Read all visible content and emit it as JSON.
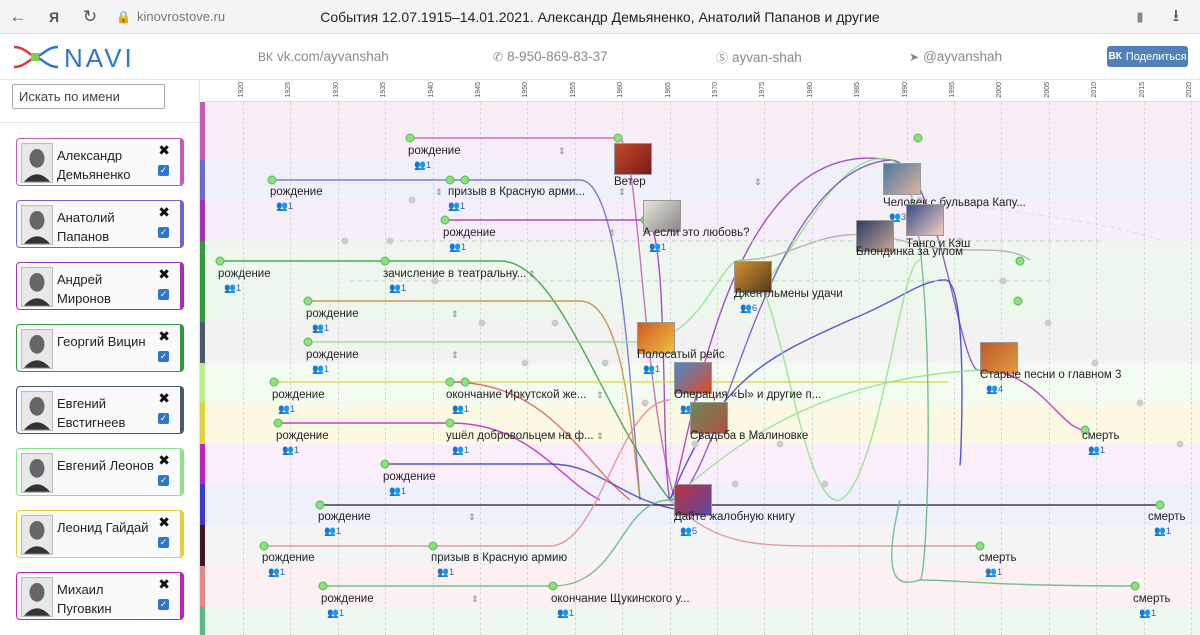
{
  "browser": {
    "title": "События 12.07.1915–14.01.2021. Александр Демьяненко, Анатолий Папанов и другие",
    "url": "kinovrostove.ru",
    "back_icon": "←",
    "yandex_icon": "Я",
    "reload_icon": "↻",
    "lock_icon": "🔒",
    "bookmark_icon": "▮",
    "download_icon": "⭳"
  },
  "header": {
    "logo_text": "NAVI",
    "vk": "vk.com/ayvanshah",
    "phone": "8-950-869-83-37",
    "skype": "ayvan-shah",
    "telegram": "@ayvanshah",
    "vk_icon": "ВК",
    "phone_icon": "✆",
    "skype_icon": "Ⓢ",
    "telegram_icon": "➤",
    "share_label": "Поделиться",
    "share_icon": "ВК"
  },
  "sidebar": {
    "search_placeholder": "Искать по имени",
    "close_glyph": "✖",
    "check_glyph": "✓",
    "people": [
      {
        "name": "Александр Демьяненко",
        "color": "#c45ab3"
      },
      {
        "name": "Анатолий Папанов",
        "color": "#6a6acb"
      },
      {
        "name": "Андрей Миронов",
        "color": "#a030b8"
      },
      {
        "name": "Георгий Вицин",
        "color": "#2e9a3c"
      },
      {
        "name": "Евгений Евстигнеев",
        "color": "#4a5a6a"
      },
      {
        "name": "Евгений Леонов",
        "color": "#8fe08a"
      },
      {
        "name": "Леонид Гайдай",
        "color": "#e2d23a"
      },
      {
        "name": "Михаил Пуговкин",
        "color": "#c020c0"
      }
    ]
  },
  "timeline": {
    "years": [
      "1920",
      "1925",
      "1930",
      "1935",
      "1940",
      "1945",
      "1950",
      "1955",
      "1960",
      "1965",
      "1970",
      "1975",
      "1980",
      "1985",
      "1990",
      "1995",
      "2000",
      "2005",
      "2010",
      "2015",
      "2020"
    ],
    "sort_glyph": "⇕",
    "count_icon": "👥",
    "events": [
      {
        "label": "рождение",
        "count": "1"
      },
      {
        "label": "Ветер",
        "count": ""
      },
      {
        "label": "рождение",
        "count": "1"
      },
      {
        "label": "призыв в Красную арми...",
        "count": "1"
      },
      {
        "label": "Человек с бульвара Капу...",
        "count": "3"
      },
      {
        "label": "рождение",
        "count": "1"
      },
      {
        "label": "А если это любовь?",
        "count": "1"
      },
      {
        "label": "Танго и Кэш",
        "count": ""
      },
      {
        "label": "Блондинка за углом",
        "count": ""
      },
      {
        "label": "рождение",
        "count": "1"
      },
      {
        "label": "зачисление в театральну...",
        "count": "1"
      },
      {
        "label": "Джентльмены удачи",
        "count": "6"
      },
      {
        "label": "рождение",
        "count": "1"
      },
      {
        "label": "рождение",
        "count": "1"
      },
      {
        "label": "Полосатый рейс",
        "count": "1"
      },
      {
        "label": "рождение",
        "count": "1"
      },
      {
        "label": "окончание Иркутской же...",
        "count": "1"
      },
      {
        "label": "Операция «Ы» и другие п...",
        "count": "5"
      },
      {
        "label": "Старые песни о главном 3",
        "count": "4"
      },
      {
        "label": "рождение",
        "count": "1"
      },
      {
        "label": "ушёл добровольцем на ф...",
        "count": "1"
      },
      {
        "label": "Свадьба в Малиновке",
        "count": ""
      },
      {
        "label": "смерть",
        "count": "1"
      },
      {
        "label": "рождение",
        "count": "1"
      },
      {
        "label": "рождение",
        "count": "1"
      },
      {
        "label": "Дайте жалобную книгу",
        "count": "5"
      },
      {
        "label": "смерть",
        "count": "1"
      },
      {
        "label": "рождение",
        "count": "1"
      },
      {
        "label": "призыв в Красную армию",
        "count": "1"
      },
      {
        "label": "смерть",
        "count": "1"
      },
      {
        "label": "рождение",
        "count": "1"
      },
      {
        "label": "окончание Щукинского у...",
        "count": "1"
      },
      {
        "label": "смерть",
        "count": "1"
      }
    ]
  }
}
